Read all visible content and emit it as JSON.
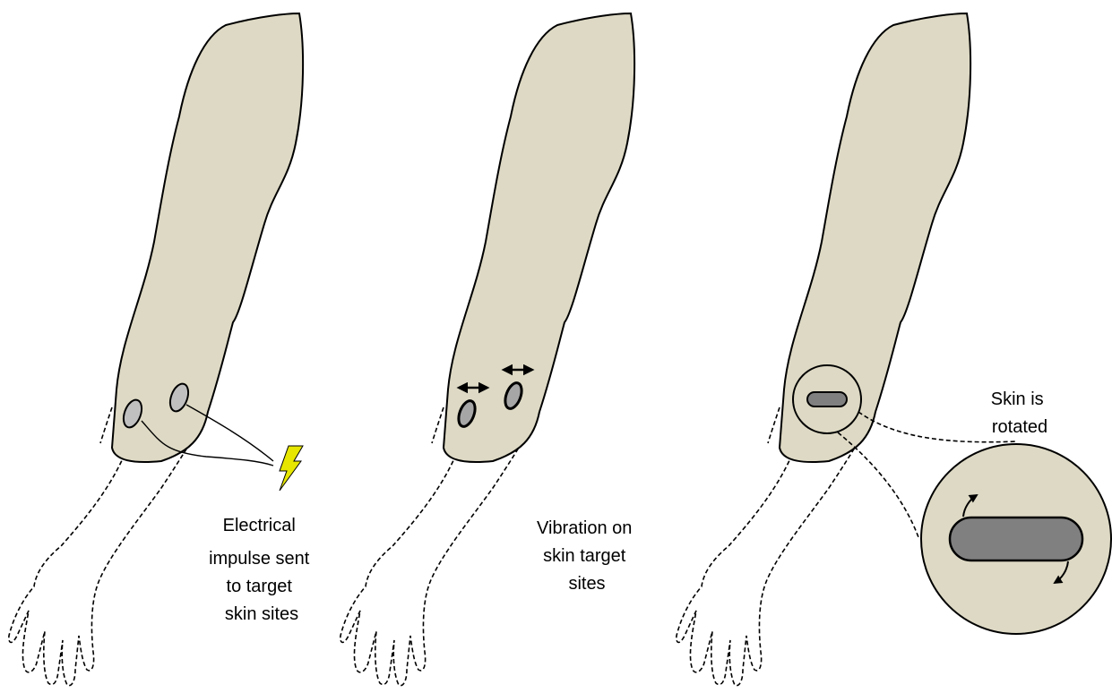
{
  "colors": {
    "skin": "#ddd9c4",
    "electrode": "#c0c0c0",
    "vibrator": "#a6a6a6",
    "tactor": "#808080",
    "bolt": "#e6e600"
  },
  "panels": [
    {
      "id": "electrical",
      "label_lines": [
        "Electrical",
        "impulse sent",
        "to target",
        "skin sites"
      ],
      "icons": [
        "electrode-pad-icon",
        "lightning-bolt-icon"
      ]
    },
    {
      "id": "vibration",
      "label_lines": [
        "Vibration on",
        "skin target",
        "sites"
      ],
      "icons": [
        "vibration-tactor-icon",
        "double-arrow-icon"
      ]
    },
    {
      "id": "rotation",
      "label_lines": [
        "Skin is",
        "rotated"
      ],
      "icons": [
        "magnifier-circle-icon",
        "rotation-arrow-icon"
      ]
    }
  ]
}
